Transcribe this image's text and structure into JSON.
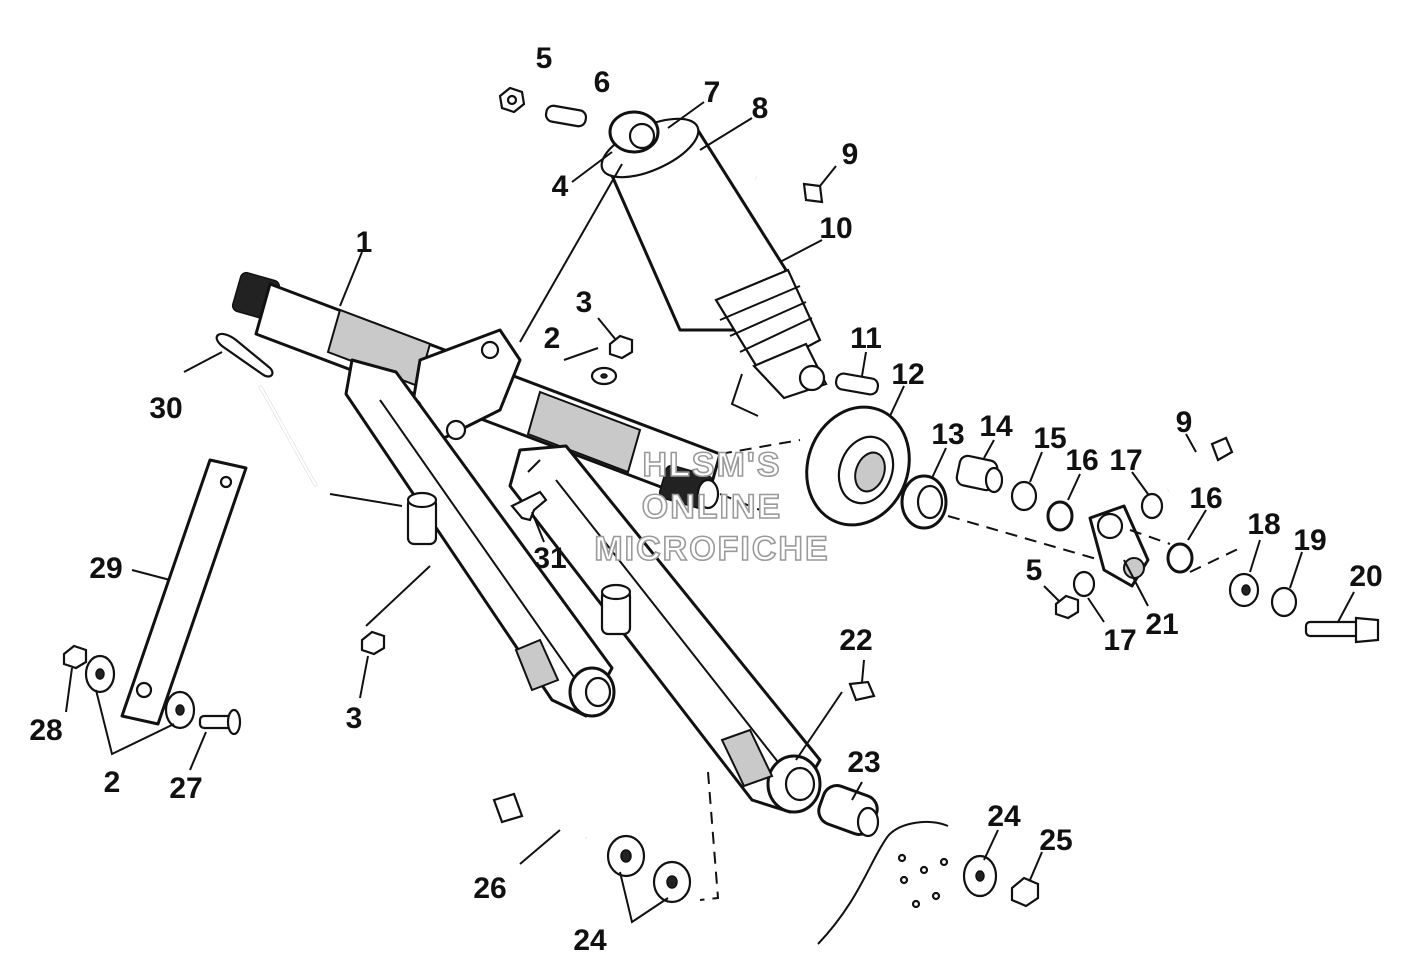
{
  "watermark": {
    "line1": "HLSM'S",
    "line2": "ONLINE",
    "line3": "MICROFICHE"
  },
  "callouts": {
    "c1": "1",
    "c2a": "2",
    "c2b": "2",
    "c3a": "3",
    "c3b": "3",
    "c4": "4",
    "c5a": "5",
    "c5b": "5",
    "c6": "6",
    "c7": "7",
    "c8": "8",
    "c9a": "9",
    "c9b": "9",
    "c10": "10",
    "c11": "11",
    "c12": "12",
    "c13": "13",
    "c14": "14",
    "c15": "15",
    "c16a": "16",
    "c16b": "16",
    "c17a": "17",
    "c17b": "17",
    "c18": "18",
    "c19": "19",
    "c20": "20",
    "c21": "21",
    "c22": "22",
    "c23": "23",
    "c24a": "24",
    "c24b": "24",
    "c25": "25",
    "c26": "26",
    "c27": "27",
    "c28": "28",
    "c29": "29",
    "c30": "30",
    "c31": "31"
  }
}
